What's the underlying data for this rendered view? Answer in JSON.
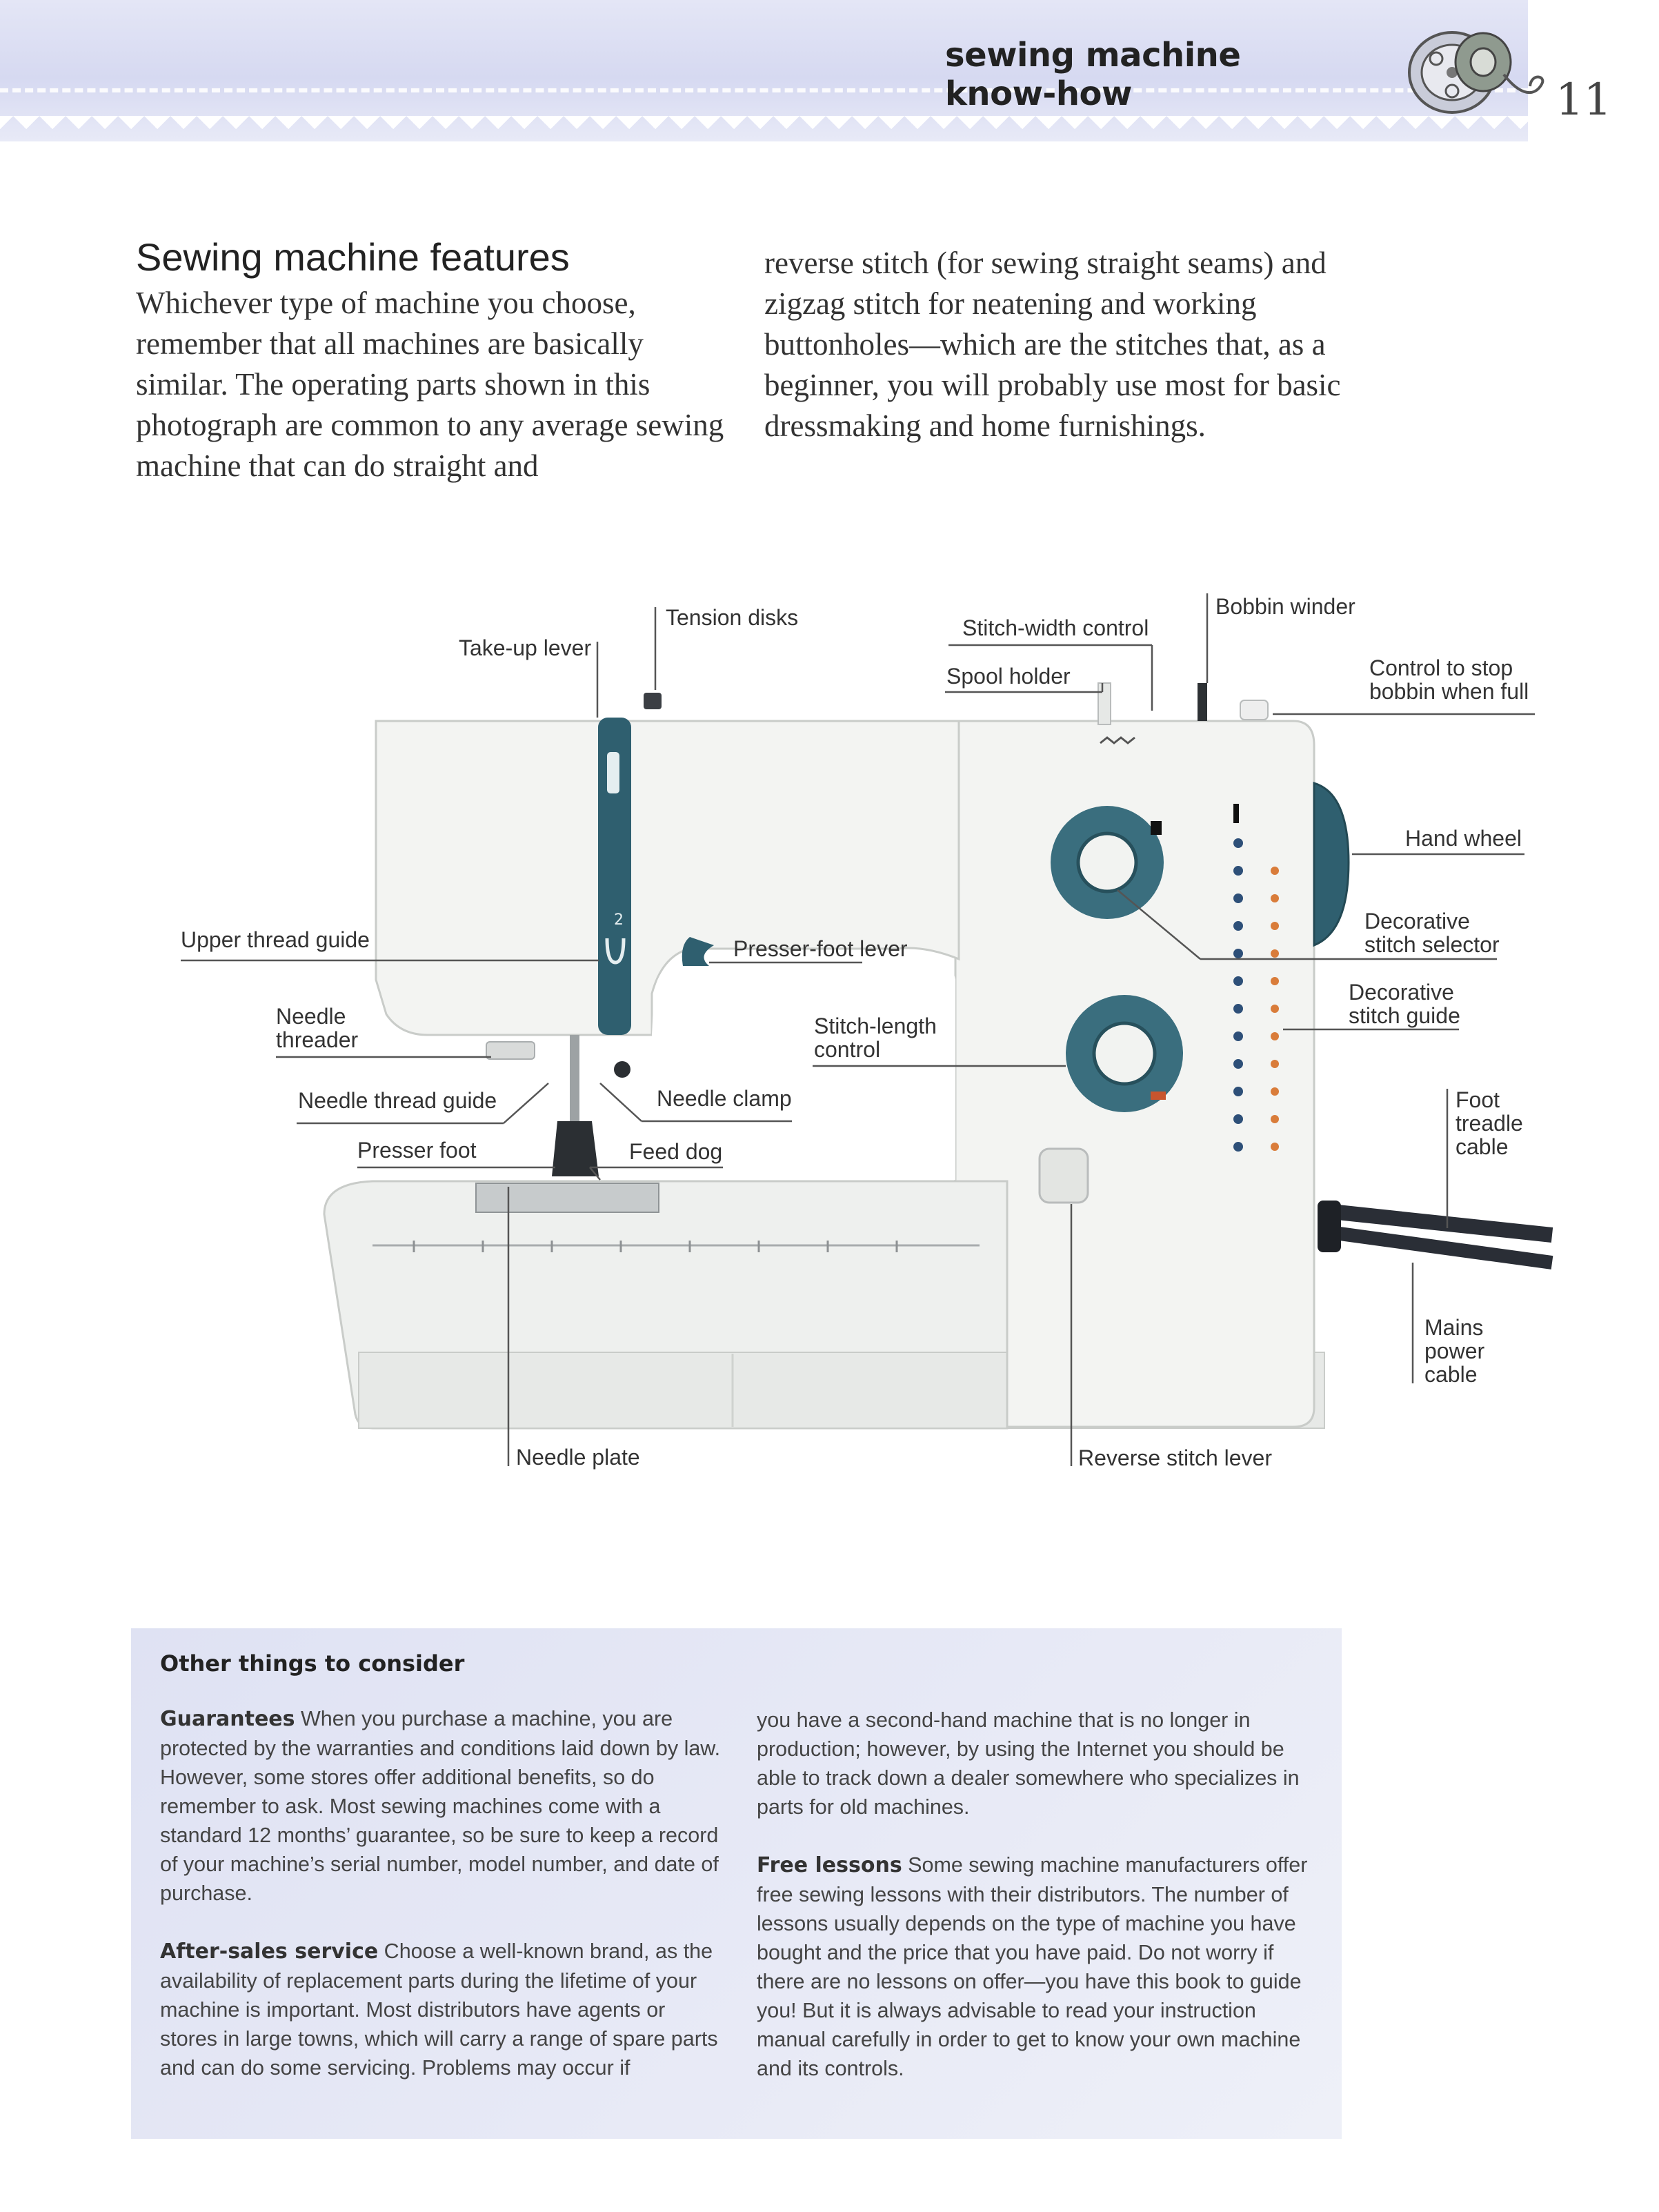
{
  "header": {
    "running_head": "sewing machine know-how",
    "page_number": "11",
    "icon": "bobbin-icon"
  },
  "intro": {
    "title": "Sewing machine features",
    "left_text": "Whichever type of machine you choose, remember that all machines are basically similar. The operating parts shown in this photograph are common to any average sewing machine that can do straight and",
    "right_text": "reverse stitch (for sewing straight seams) and zigzag stitch for neatening and working buttonholes—which are the stitches that, as a beginner, you will probably use most for basic dressmaking and home furnishings."
  },
  "diagram": {
    "labels": {
      "tension_disks": "Tension disks",
      "take_up_lever": "Take-up lever",
      "stitch_width_control": "Stitch-width control",
      "spool_holder": "Spool holder",
      "bobbin_winder": "Bobbin winder",
      "control_stop_bobbin": "Control to stop\nbobbin when full",
      "hand_wheel": "Hand wheel",
      "upper_thread_guide": "Upper thread guide",
      "presser_foot_lever": "Presser-foot lever",
      "decorative_stitch_selector": "Decorative\nstitch selector",
      "decorative_stitch_guide": "Decorative\nstitch guide",
      "needle_threader": "Needle\nthreader",
      "stitch_length_control": "Stitch-length\ncontrol",
      "needle_thread_guide": "Needle thread guide",
      "needle_clamp": "Needle clamp",
      "foot_treadle_cable": "Foot\ntreadle\ncable",
      "presser_foot": "Presser foot",
      "feed_dog": "Feed dog",
      "mains_power_cable": "Mains\npower\ncable",
      "needle_plate": "Needle plate",
      "reverse_stitch_lever": "Reverse stitch lever"
    },
    "colors": {
      "machine_body": "#f3f4f2",
      "accent_teal": "#2f5f6f",
      "cable": "#2a2e36"
    }
  },
  "box": {
    "title": "Other things to consider",
    "guarantees_lead": "Guarantees",
    "guarantees_text": " When you purchase a machine, you are protected by the warranties and conditions laid down by law. However, some stores offer additional benefits, so do remember to ask. Most sewing machines come with a standard 12 months’ guarantee, so be sure to keep a record of your machine’s serial number, model number, and date of purchase.",
    "after_sales_lead": "After-sales service",
    "after_sales_text": " Choose a well-known brand, as the availability of replacement parts during the lifetime of your machine is important. Most distributors have agents or stores in large towns, which will carry a range of spare parts and can do some servicing. Problems may occur if",
    "continued_text": "you have a second-hand machine that is no longer in production; however, by using the Internet you should be able to track down a dealer somewhere who specializes in parts for old machines.",
    "free_lessons_lead": "Free lessons",
    "free_lessons_text": " Some sewing machine manufacturers offer free sewing lessons with their distributors. The number of lessons usually depends on the type of machine you have bought and the price that you have paid. Do not worry if there are no lessons on offer—you have this book to guide you! But it is always advisable to read your instruction manual carefully in order to get to know your own machine and its controls."
  }
}
